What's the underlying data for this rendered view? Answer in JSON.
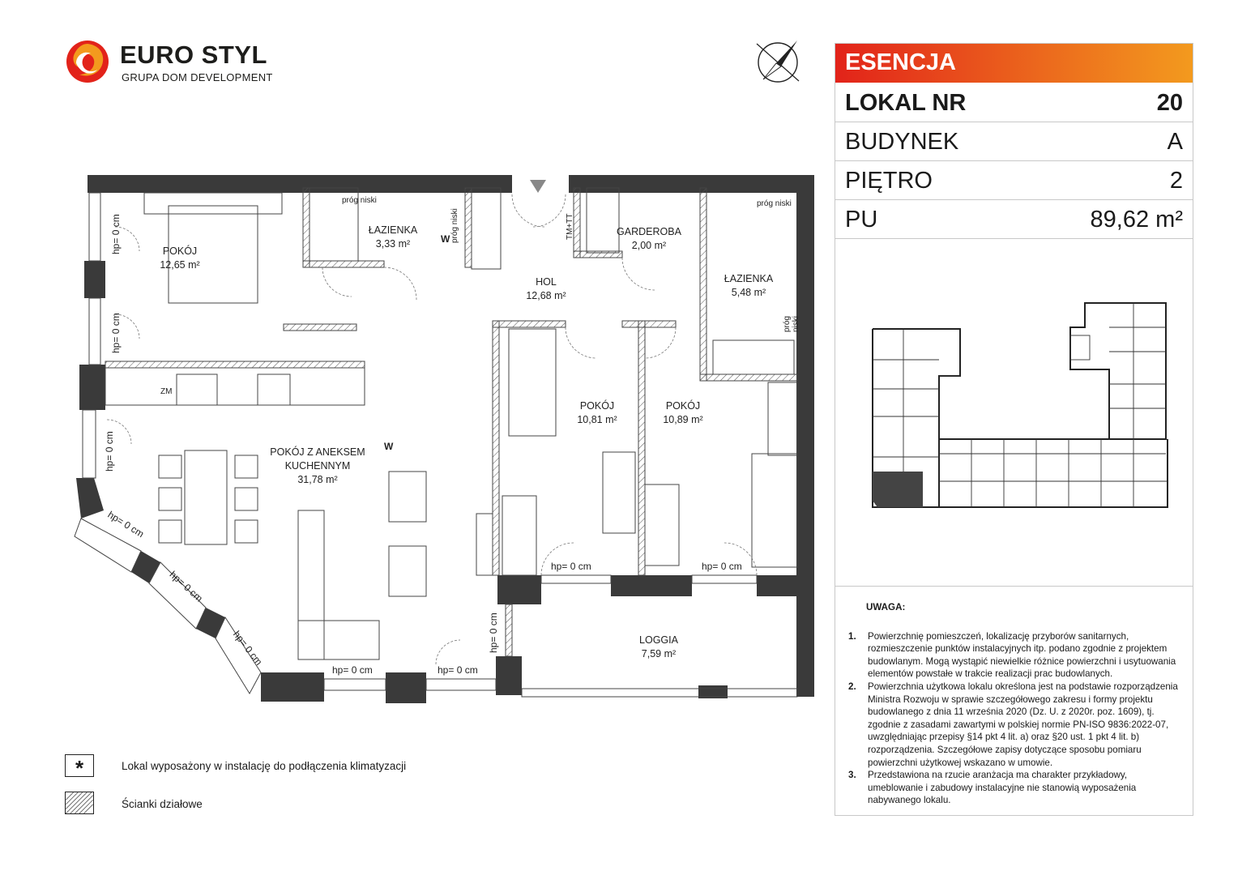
{
  "logo": {
    "brand": "EURO STYL",
    "subtitle": "GRUPA DOM DEVELOPMENT",
    "colors": {
      "orange": "#ec6b1d",
      "red": "#e2231a"
    }
  },
  "compass_icon": "north-arrow-icon",
  "panel": {
    "project": "ESENCJA",
    "rows": [
      {
        "label": "LOKAL NR",
        "value": "20"
      },
      {
        "label": "BUDYNEK",
        "value": "A"
      },
      {
        "label": "PIĘTRO",
        "value": "2"
      },
      {
        "label": "PU",
        "value": "89,62 m²"
      }
    ],
    "header_gradient": [
      "#e2231a",
      "#f39a1e"
    ]
  },
  "notes": {
    "title": "UWAGA:",
    "items": [
      {
        "num": "1.",
        "text": "Powierzchnię pomieszczeń, lokalizację przyborów sanitarnych, rozmieszczenie punktów instalacyjnych itp. podano zgodnie z projektem budowlanym. Mogą wystąpić niewielkie różnice powierzchni i usytuowania elementów powstałe w trakcie realizacji prac budowlanych."
      },
      {
        "num": "2.",
        "text": "Powierzchnia użytkowa lokalu określona jest na podstawie rozporządzenia Ministra Rozwoju w sprawie szczegółowego zakresu i formy projektu budowlanego z dnia 11 września 2020 (Dz. U. z 2020r. poz. 1609), tj. zgodnie z zasadami zawartymi w polskiej normie PN-ISO 9836:2022-07, uwzględniając przepisy §14 pkt 4 lit. a) oraz §20 ust. 1 pkt 4 lit. b) rozporządzenia. Szczegółowe zapisy dotyczące sposobu pomiaru powierzchni użytkowej wskazano w umowie."
      },
      {
        "num": "3.",
        "text": "Przedstawiona na rzucie aranżacja ma charakter przykładowy, umeblowanie i zabudowy instalacyjne nie stanowią wyposażenia nabywanego lokalu."
      }
    ]
  },
  "legend": {
    "ac": {
      "symbol": "*",
      "text": "Lokal wyposażony w instalację do podłączenia klimatyzacji"
    },
    "partition": {
      "text": "Ścianki działowe"
    }
  },
  "rooms": [
    {
      "name": "POKÓJ",
      "area": "12,65 m²"
    },
    {
      "name": "ŁAZIENKA",
      "area": "3,33 m²"
    },
    {
      "name": "HOL",
      "area": "12,68 m²"
    },
    {
      "name": "GARDEROBA",
      "area": "2,00 m²"
    },
    {
      "name": "ŁAZIENKA",
      "area": "5,48 m²"
    },
    {
      "name": "POKÓJ Z ANEKSEM KUCHENNYM",
      "area": "31,78 m²"
    },
    {
      "name": "POKÓJ",
      "area": "10,81 m²"
    },
    {
      "name": "POKÓJ",
      "area": "10,89 m²"
    },
    {
      "name": "LOGGIA",
      "area": "7,59 m²"
    }
  ],
  "plan_labels": {
    "prog": "próg niski",
    "w": "W",
    "zm": "ZM",
    "tm": "TM+TT",
    "hp": "hp= 0 cm"
  }
}
